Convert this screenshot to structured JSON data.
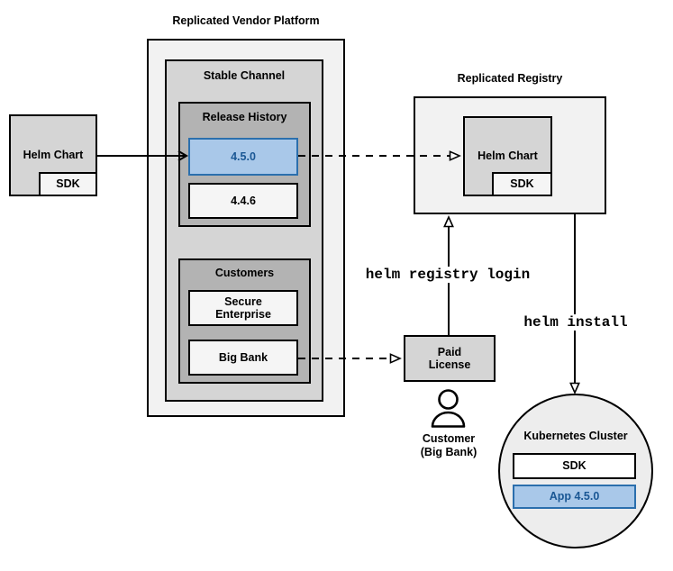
{
  "diagram": {
    "left_helm_chart": {
      "label": "Helm Chart",
      "sdk_label": "SDK"
    },
    "platform": {
      "title": "Replicated Vendor Platform",
      "stable_channel": {
        "title": "Stable Channel"
      },
      "release_history": {
        "title": "Release History",
        "releases": [
          {
            "version": "4.5.0",
            "highlighted": true
          },
          {
            "version": "4.4.6",
            "highlighted": false
          }
        ]
      },
      "customers": {
        "title": "Customers",
        "items": [
          "Secure\nEnterprise",
          "Big Bank"
        ]
      }
    },
    "registry": {
      "title": "Replicated Registry",
      "helm_chart_label": "Helm Chart",
      "sdk_label": "SDK"
    },
    "paid_license": {
      "label": "Paid\nLicense"
    },
    "customer": {
      "label": "Customer\n(Big Bank)"
    },
    "commands": {
      "registry_login": "helm registry login",
      "install": "helm install"
    },
    "cluster": {
      "title": "Kubernetes Cluster",
      "sdk_label": "SDK",
      "app_label": "App 4.5.0"
    },
    "colors": {
      "highlight_fill": "#a9c8e9",
      "highlight_border": "#2b6fad",
      "highlight_text": "#1a5794",
      "container_light": "#f2f2f2",
      "container_medium": "#d5d5d5",
      "container_dark": "#b3b3b3",
      "item_pale": "#f5f5f5",
      "cluster_fill": "#ededed",
      "line": "#000000"
    }
  }
}
